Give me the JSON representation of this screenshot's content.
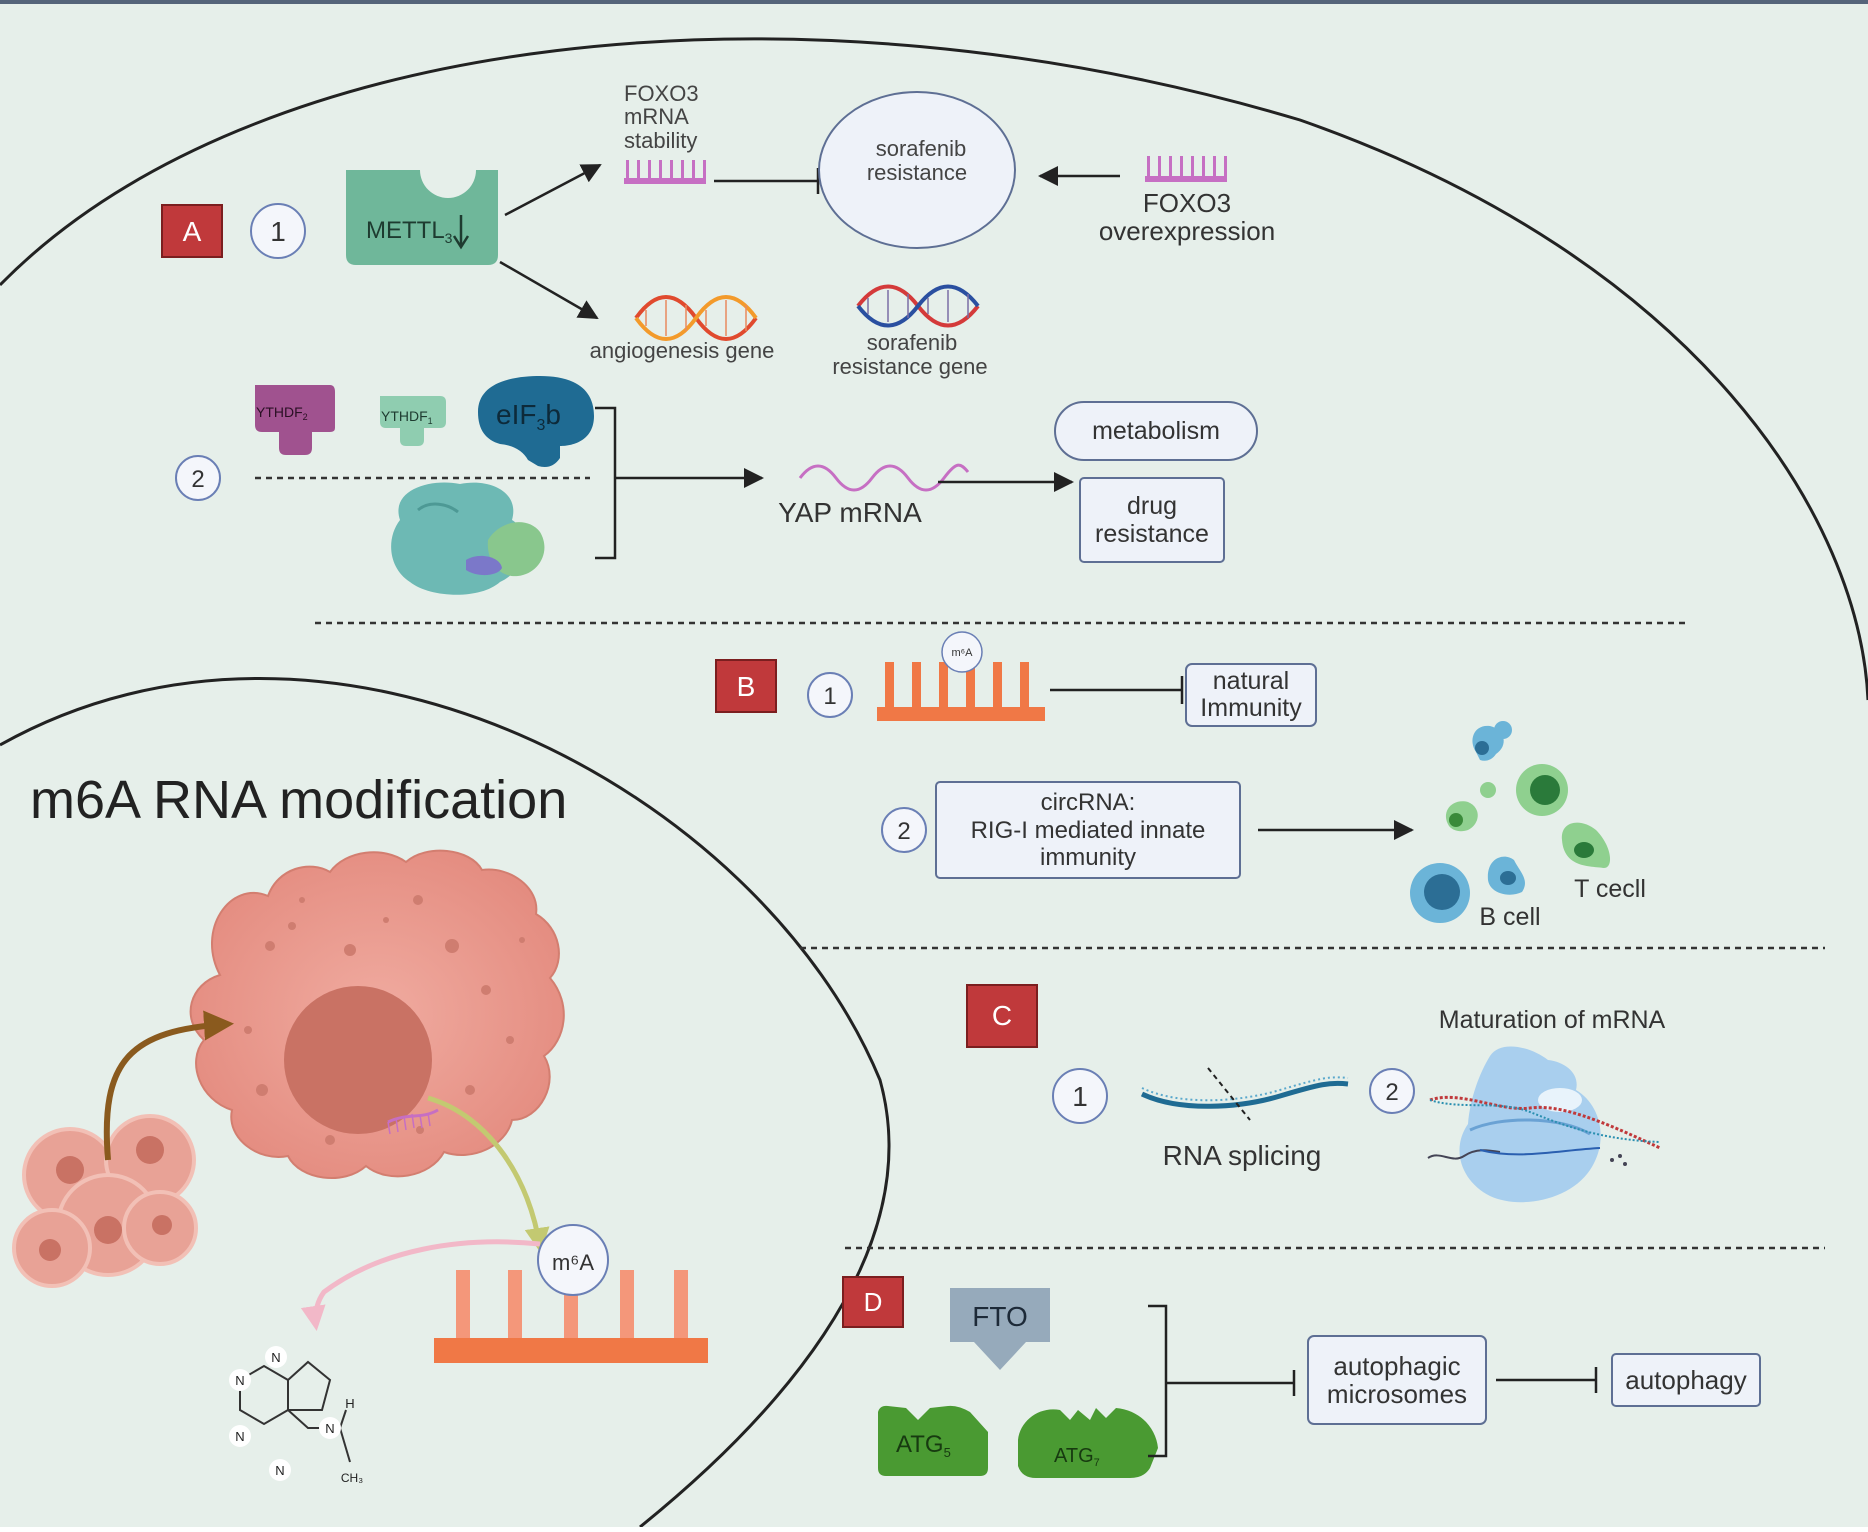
{
  "title": "m6A  RNA modification",
  "section_a": {
    "badge": "A",
    "num1": "1",
    "mettl3": "METTL",
    "mettl3_sub": "3",
    "foxo3_stability": [
      "FOXO3",
      "mRNA",
      "stability"
    ],
    "sorafenib_resistance": [
      "sorafenib",
      "resistance"
    ],
    "foxo3_overexpression": [
      "FOXO3",
      "overexpression"
    ],
    "angiogenesis_gene": "angiogenesis gene",
    "sorafenib_resistance_gene": [
      "sorafenib",
      "resistance gene"
    ],
    "num2": "2",
    "ythdf2": "YTHDF",
    "ythdf2_sub": "2",
    "ythdf1": "YTHDF",
    "ythdf1_sub": "1",
    "eif3b": "eIF",
    "eif3b_sub": "3",
    "eif3b_tail": "b",
    "yap_mrna": "YAP mRNA",
    "metabolism": "metabolism",
    "drug_resistance": [
      "drug",
      "resistance"
    ]
  },
  "section_b": {
    "badge": "B",
    "num1": "1",
    "m6a_small": "m⁶A",
    "natural_immunity": [
      "natural",
      "Immunity"
    ],
    "num2": "2",
    "circrna": [
      "circRNA:",
      "RIG-I mediated innate",
      "immunity"
    ],
    "b_cell": "B cell",
    "t_cell": "T cecll"
  },
  "section_c": {
    "badge": "C",
    "num1": "1",
    "rna_splicing": "RNA splicing",
    "num2": "2",
    "maturation": "Maturation of mRNA"
  },
  "section_d": {
    "badge": "D",
    "fto": "FTO",
    "atg5": "ATG",
    "atg5_sub": "5",
    "atg7": "ATG",
    "atg7_sub": "7",
    "autophagic_microsomes": [
      "autophagic",
      "microsomes"
    ],
    "autophagy": "autophagy"
  },
  "lower_left": {
    "m6a_label": "m⁶A",
    "molecule_atoms": [
      "N",
      "N",
      "N",
      "N",
      "N",
      "H",
      "CH₃"
    ]
  },
  "colors": {
    "background": "#e6efea",
    "badge_red": "#c0393b",
    "mettl_green": "#6fb79a",
    "ythdf2_purple": "#a0528f",
    "eif_blue": "#1f6b93",
    "rna_pink": "#c66fc3",
    "m6a_orange": "#f07846",
    "atg_green": "#4a9a32",
    "fto_gray": "#96aabb",
    "cell_pink": "#e59b8f"
  }
}
